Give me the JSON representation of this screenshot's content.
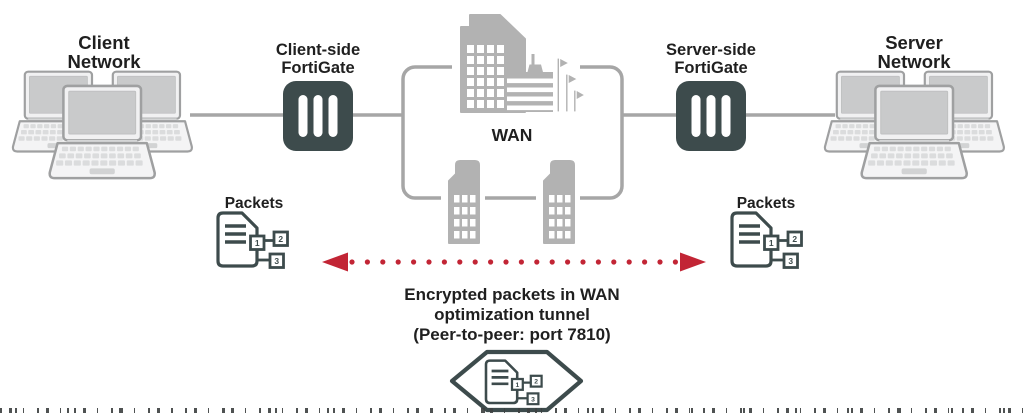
{
  "diagram": {
    "description_labels": {
      "client_network": {
        "line1": "Client",
        "line2": "Network"
      },
      "client_fortigate": {
        "line1": "Client-side",
        "line2": "FortiGate"
      },
      "wan": "WAN",
      "server_fortigate": {
        "line1": "Server-side",
        "line2": "FortiGate"
      },
      "server_network": {
        "line1": "Server",
        "line2": "Network"
      },
      "packets_left": "Packets",
      "packets_right": "Packets",
      "tunnel_caption": {
        "line1": "Encrypted packets in WAN",
        "line2": "optimization tunnel",
        "line3": "(Peer-to-peer: port 7810)"
      }
    },
    "packet_badges": {
      "b1": "1",
      "b2": "2",
      "b3": "3"
    },
    "icons": [
      "laptop-icon",
      "fortigate-appliance-icon",
      "wan-buildings-icon",
      "wan-tower-icon",
      "packet-document-icon",
      "encrypted-packet-hexagon-icon",
      "dotted-tunnel-arrow-icon"
    ],
    "colors": {
      "slate_dark": "#3D4B4C",
      "icon_gray": "#B2B2B2",
      "line_gray": "#A6A6A6",
      "tunnel_red": "#C22535",
      "text": "#1F1F1F",
      "laptop_body": "#F2F2F3",
      "laptop_screen": "#C9CACB",
      "background": "#FFFFFF"
    }
  }
}
